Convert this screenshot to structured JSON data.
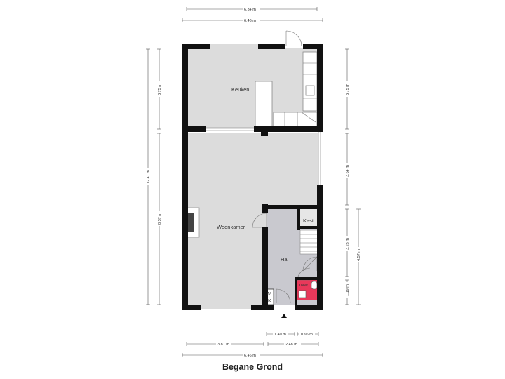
{
  "title": "Begane Grond",
  "rooms": {
    "keuken": "Keuken",
    "woonkamer": "Woonkamer",
    "hal": "Hal",
    "kast": "Kast",
    "toilet": "Toilet",
    "mk_top": "M",
    "mk_bottom": "K"
  },
  "dimensions": {
    "top_outer": "6.34 m",
    "top_inner": "6.46 m",
    "left_total": "12.41 m",
    "left_upper": "3.75 m",
    "left_lower": "8.37 m",
    "right_upper": "3.75 m",
    "right_middle": "3.64 m",
    "right_hall": "3.28 m",
    "right_toilet": "1.19 m",
    "right_outer": "4.57 m",
    "bottom_small_left": "1.40 m",
    "bottom_small_right": "0.96 m",
    "bottom_left": "3.81 m",
    "bottom_right": "2.48 m",
    "bottom_total": "6.46 m"
  },
  "colors": {
    "floor": "#dcdcdc",
    "hall_floor": "#c9c9cf",
    "toilet": "#e8385a",
    "wall": "#111111"
  }
}
